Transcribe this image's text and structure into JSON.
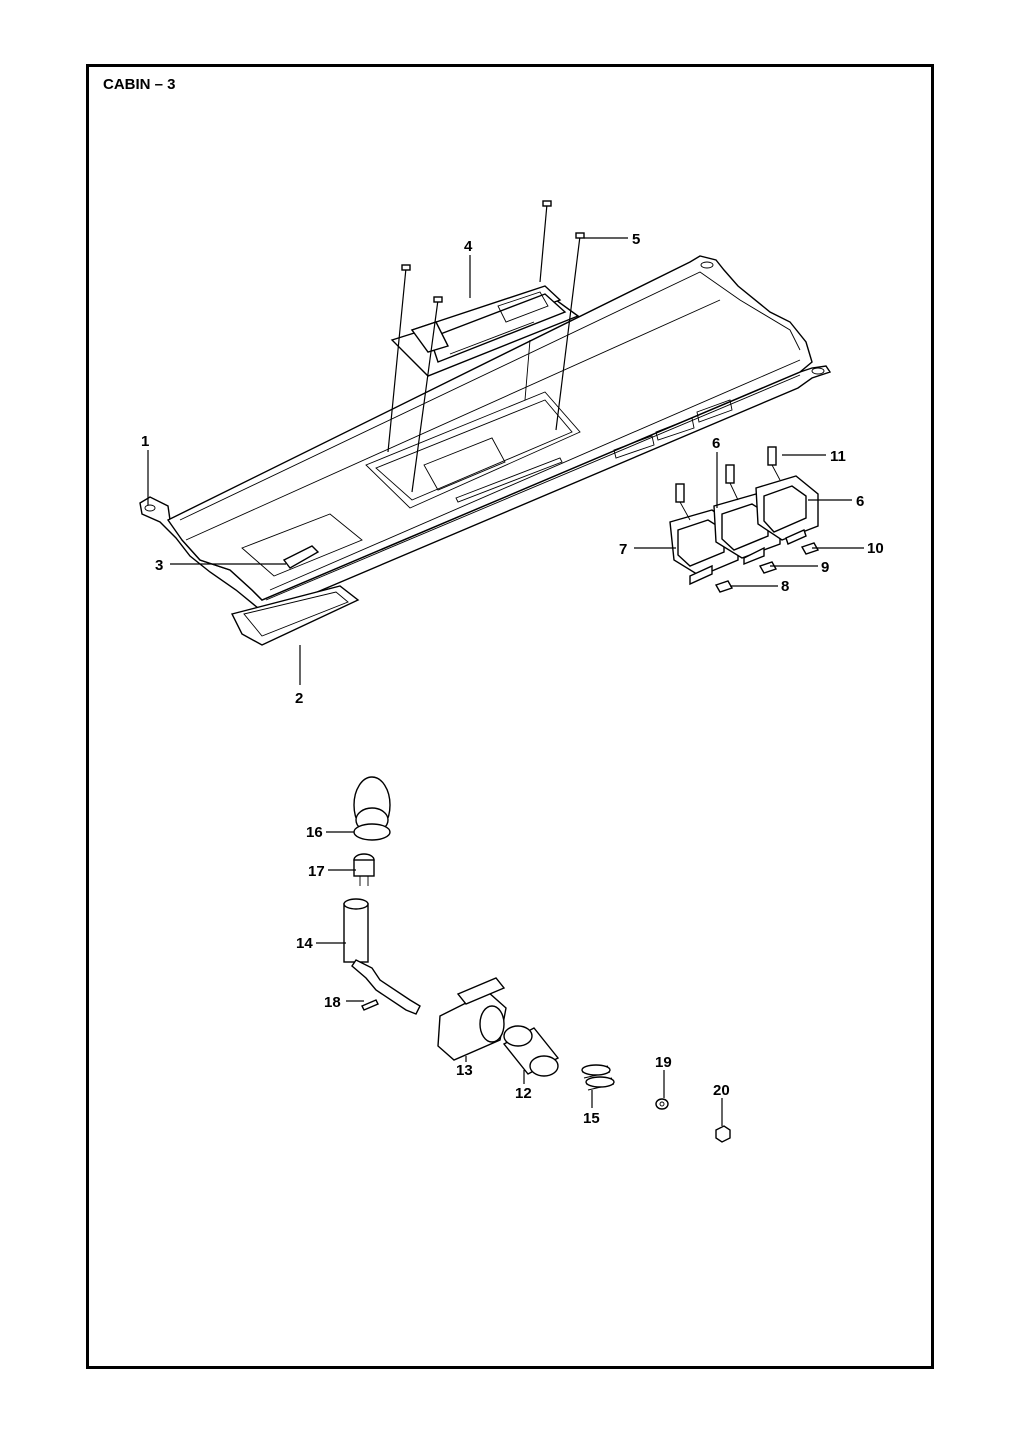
{
  "title": "CABIN – 3",
  "callouts": [
    "1",
    "2",
    "3",
    "4",
    "5",
    "6",
    "6",
    "7",
    "8",
    "9",
    "10",
    "11",
    "12",
    "13",
    "14",
    "15",
    "16",
    "17",
    "18",
    "19",
    "20"
  ],
  "colors": {
    "line": "#000000",
    "background": "#ffffff"
  }
}
